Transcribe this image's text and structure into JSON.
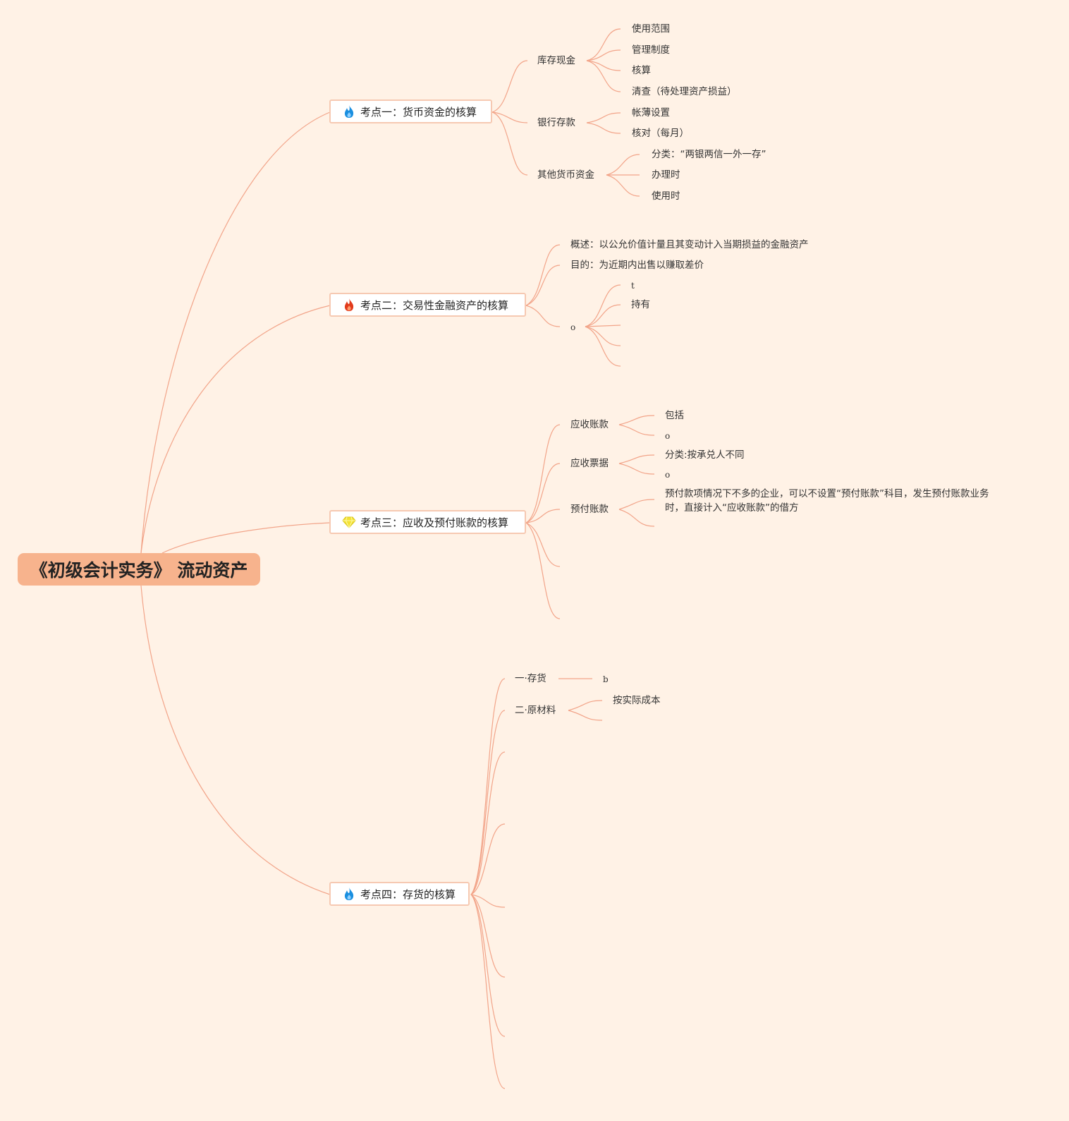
{
  "root": {
    "label": "《初级会计实务》 流动资产"
  },
  "topics": [
    {
      "label": "考点一：货币资金的核算",
      "icon": "blue-flame-icon",
      "children": [
        {
          "label": "库存现金",
          "children": [
            "使用范围",
            "管理制度",
            "核算",
            "清查（待处理资产损益）"
          ]
        },
        {
          "label": "银行存款",
          "children": [
            "帐薄设置",
            "核对（每月）"
          ]
        },
        {
          "label": "其他货币资金",
          "children": [
            "分类：“两银两信一外一存”",
            "办理时",
            "使用时"
          ]
        }
      ]
    },
    {
      "label": "考点二：交易性金融资产的核算",
      "icon": "red-flame-icon",
      "children": [
        {
          "label": "概述：以公允价值计量且其变动计入当期损益的金融资产"
        },
        {
          "label": "目的：为近期内出售以赚取差价"
        },
        {
          "label": "o",
          "children": [
            "t",
            "持有"
          ]
        }
      ]
    },
    {
      "label": "考点三：应收及预付账款的核算",
      "icon": "yellow-gem-icon",
      "children": [
        {
          "label": "应收账款",
          "children": [
            "包括",
            "o"
          ]
        },
        {
          "label": "应收票据",
          "children": [
            "分类:按承兑人不同",
            "o"
          ]
        },
        {
          "label": "预付账款",
          "children": [
            "预付款项情况下不多的企业，可以不设置“预付账款”科目，发生预付账款业务时，直接计入“应收账款”的借方"
          ]
        }
      ]
    },
    {
      "label": "考点四：存货的核算",
      "icon": "blue-flame-icon",
      "children": [
        {
          "label": "一·存货",
          "children": [
            "b"
          ]
        },
        {
          "label": "二·原材料",
          "children": [
            "按实际成本"
          ]
        }
      ]
    }
  ],
  "colors": {
    "background": "#fff2e6",
    "root_fill": "#f7b38d",
    "topic_border": "#f6c9b2",
    "link_stroke": "#f2a489",
    "flame_blue": "#1a8fe0",
    "flame_red": "#e23b1c",
    "gem_yellow": "#f3e233"
  }
}
